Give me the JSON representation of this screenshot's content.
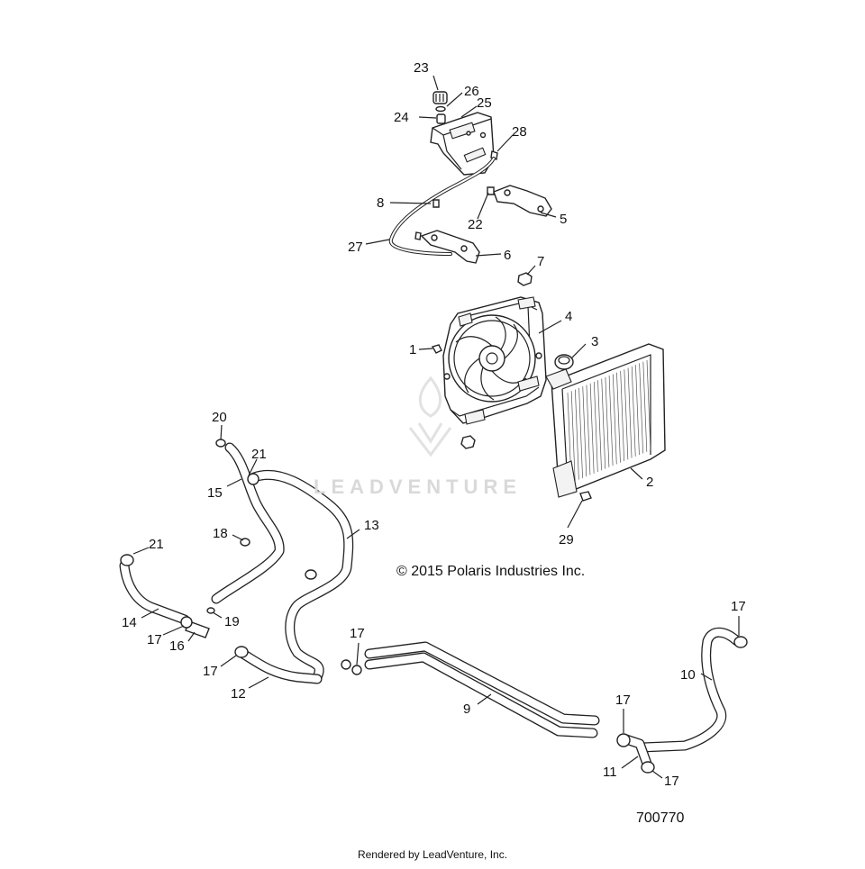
{
  "watermark": "LEADVENTURE",
  "copyright": "© 2015 Polaris Industries Inc.",
  "figure_number": "700770",
  "render_credit": "Rendered by LeadVenture, Inc.",
  "callouts": {
    "c1": "1",
    "c2": "2",
    "c3": "3",
    "c4": "4",
    "c5": "5",
    "c6": "6",
    "c7": "7",
    "c8": "8",
    "c9": "9",
    "c10": "10",
    "c11": "11",
    "c12": "12",
    "c13": "13",
    "c14": "14",
    "c15": "15",
    "c16": "16",
    "c17": "17",
    "c18": "18",
    "c19": "19",
    "c20": "20",
    "c21": "21",
    "c22": "22",
    "c23": "23",
    "c24": "24",
    "c25": "25",
    "c26": "26",
    "c27": "27",
    "c28": "28",
    "c29": "29"
  }
}
